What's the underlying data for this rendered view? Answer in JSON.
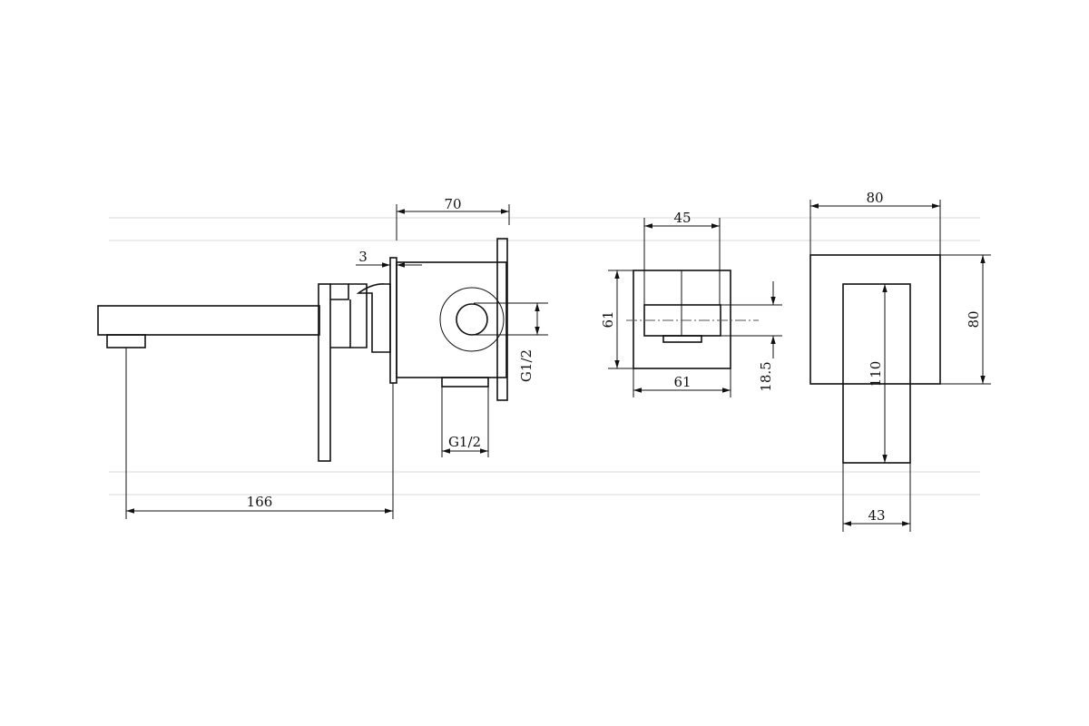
{
  "diagram": {
    "side_view": {
      "dims": {
        "overall_length": "166",
        "body_depth": "70",
        "flange": "3",
        "thread_bottom": "G1/2",
        "thread_side": "G1/2"
      }
    },
    "front_view": {
      "dims": {
        "body_width_top": "45",
        "body_height": "61",
        "body_width_bottom": "61",
        "spout_height": "18.5"
      }
    },
    "plate_view": {
      "dims": {
        "plate_width": "80",
        "plate_height": "80",
        "handle_height": "110",
        "handle_width": "43"
      }
    }
  }
}
